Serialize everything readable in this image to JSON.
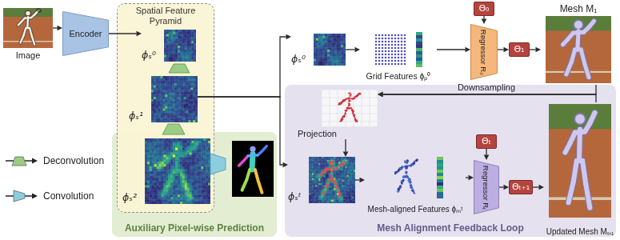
{
  "diagram": {
    "nodes": [
      {
        "text": [
          "Image"
        ]
      },
      {
        "text": [
          "Encoder"
        ]
      },
      {
        "text": [
          "Auxiliary Pixel-wise Prediction"
        ]
      },
      {
        "text": [
          "Spatial Feature Pyramid"
        ]
      },
      {
        "text": [
          "ϕₛ⁰"
        ],
        "in": 3
      },
      {
        "text": [
          "ϕₛ¹"
        ],
        "in": 3
      },
      {
        "text": [
          "ϕₛ²"
        ],
        "in": 3
      },
      {
        "text": [
          "Mesh Alignment Feedback Loop"
        ]
      },
      {
        "text": [
          "Projection"
        ],
        "in": 7
      },
      {
        "text": [
          "ϕₛᵗ"
        ],
        "in": 7
      },
      {
        "text": [
          "Mesh-aligned Features ϕₘᵗ"
        ],
        "in": 7
      },
      {
        "text": [
          "Θₜ"
        ],
        "in": 7
      },
      {
        "text": [
          "Regressor Rₜ"
        ],
        "in": 7
      },
      {
        "text": [
          "Θₜ₊₁"
        ],
        "in": 7
      },
      {
        "text": [
          "Updated Mesh Mₜ₊₁"
        ],
        "in": 7
      },
      {
        "text": [
          "ϕₛ⁰"
        ]
      },
      {
        "text": [
          "Grid Features ϕₚ⁰"
        ]
      },
      {
        "text": [
          "Θ₀"
        ]
      },
      {
        "text": [
          "Regressor R₀"
        ]
      },
      {
        "text": [
          "Θ₁"
        ]
      },
      {
        "text": [
          "Mesh M₁"
        ]
      }
    ],
    "edges": [
      {
        "from": 0,
        "to": 1,
        "arrow": "to"
      },
      {
        "from": 1,
        "to": 4,
        "arrow": "to"
      },
      {
        "from": 5,
        "to": 15,
        "arrow": "to"
      },
      {
        "from": 5,
        "to": 9,
        "arrow": "to"
      },
      {
        "from": 15,
        "to": 16,
        "arrow": "to"
      },
      {
        "from": 16,
        "to": 18,
        "arrow": "to"
      },
      {
        "from": 17,
        "to": 18,
        "arrow": "to"
      },
      {
        "from": 18,
        "to": 19,
        "arrow": "to"
      },
      {
        "from": 19,
        "to": 20,
        "arrow": "to"
      },
      {
        "from": 20,
        "to": 8,
        "label": "Downsampling",
        "arrow": "to"
      },
      {
        "from": 14,
        "to": 8,
        "arrow": "to"
      },
      {
        "from": 8,
        "to": 9,
        "arrow": "to"
      },
      {
        "from": 9,
        "to": 10,
        "arrow": "to"
      },
      {
        "from": 10,
        "to": 12,
        "arrow": "to"
      },
      {
        "from": 11,
        "to": 12,
        "arrow": "to"
      },
      {
        "from": 12,
        "to": 13,
        "arrow": "to"
      },
      {
        "from": 13,
        "to": 14,
        "arrow": "to"
      }
    ],
    "legend": [
      {
        "text": "Deconvolution",
        "color": "#9ccc84"
      },
      {
        "text": "Convolution",
        "color": "#8ccde0"
      }
    ]
  }
}
